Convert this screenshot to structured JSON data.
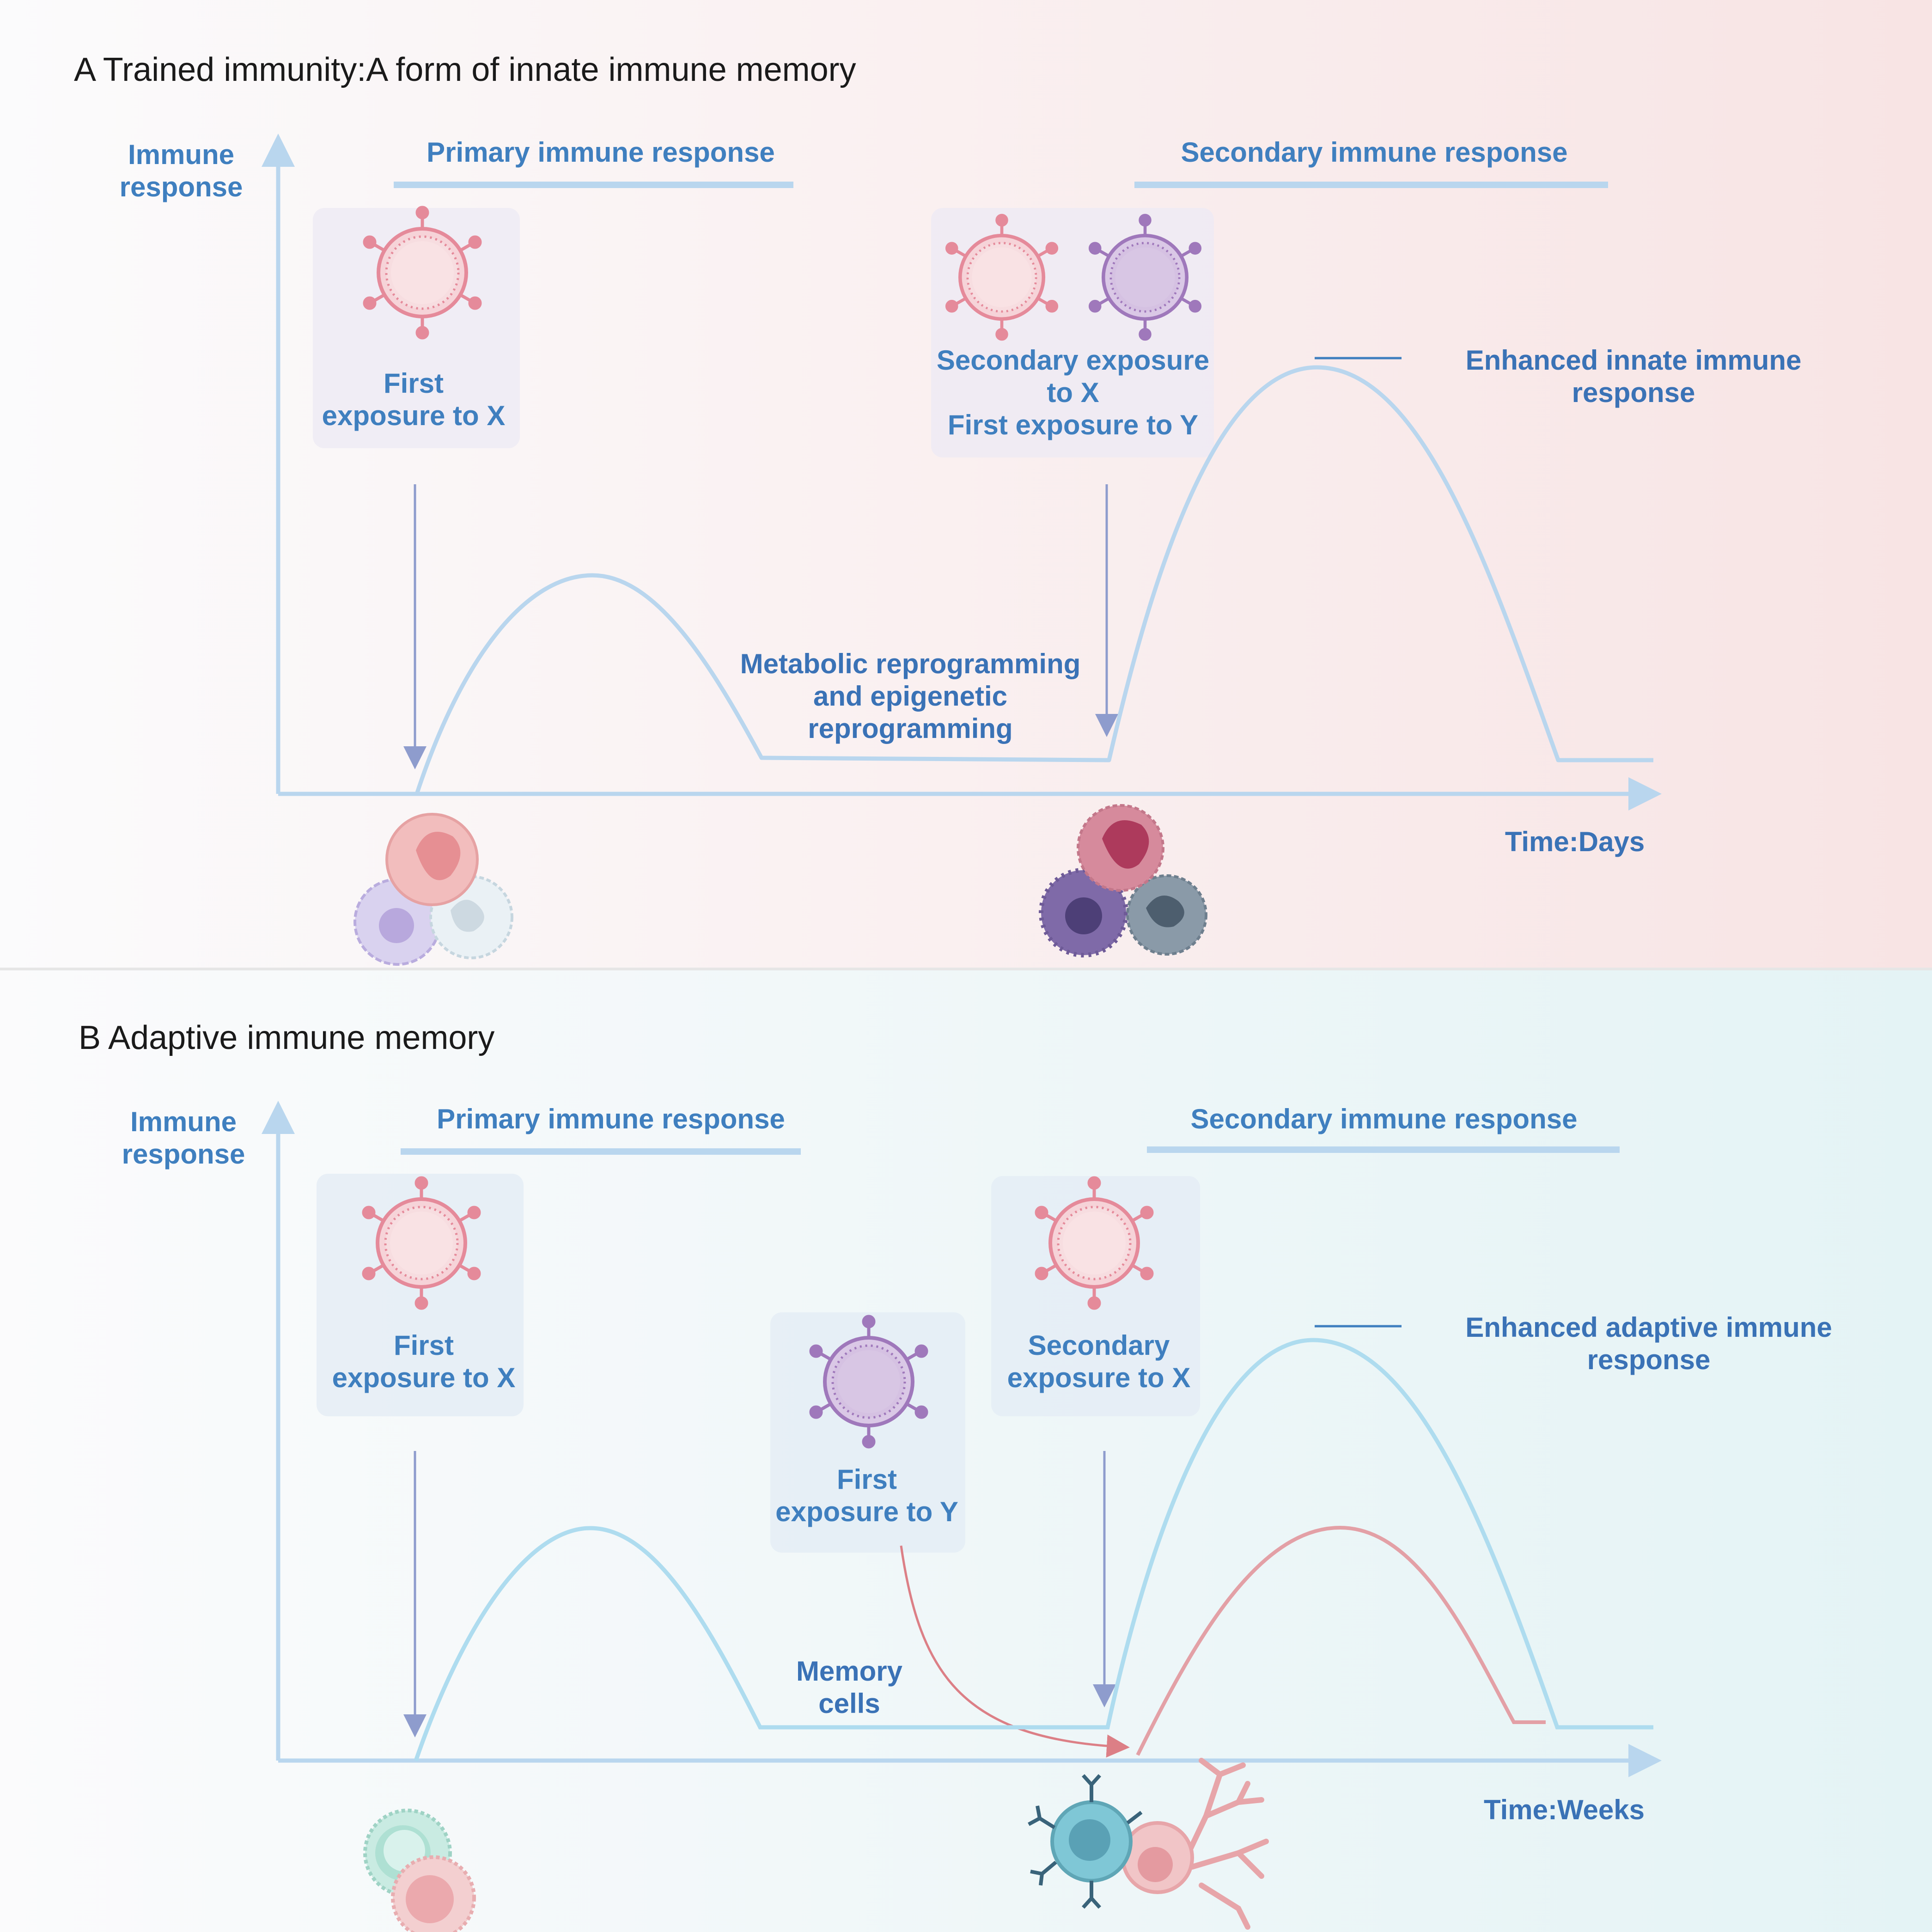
{
  "panel_a": {
    "title": "A  Trained immunity:A form of innate immune memory",
    "y_axis_label_line1": "Immune",
    "y_axis_label_line2": "response",
    "primary_label": "Primary immune response",
    "secondary_label": "Secondary immune response",
    "first_exposure_line1": "First",
    "first_exposure_line2": "exposure to X",
    "secondary_exposure_line1": "Secondary exposure",
    "secondary_exposure_line2": "to X",
    "secondary_exposure_line3": "First exposure to Y",
    "enhanced_line1": "Enhanced innate immune",
    "enhanced_line2": "response",
    "metabolic_line1": "Metabolic reprogramming",
    "metabolic_line2": "and epigenetic",
    "metabolic_line3": "reprogramming",
    "x_axis_label": "Time:Days"
  },
  "panel_b": {
    "title": "B  Adaptive immune memory",
    "y_axis_label_line1": "Immune",
    "y_axis_label_line2": "response",
    "primary_label": "Primary immune response",
    "secondary_label": "Secondary immune response",
    "first_exposure_x_line1": "First",
    "first_exposure_x_line2": "exposure to X",
    "first_exposure_y_line1": "First",
    "first_exposure_y_line2": "exposure to Y",
    "secondary_exposure_line1": "Secondary",
    "secondary_exposure_line2": "exposure to X",
    "enhanced_line1": "Enhanced adaptive immune",
    "enhanced_line2": "response",
    "memory_line1": "Memory",
    "memory_line2": "cells",
    "x_axis_label": "Time:Weeks"
  },
  "colors": {
    "label_blue": "#3f7fbf",
    "curve_blue": "#b9d6ee",
    "pathogen_x": "#e58a9a",
    "pathogen_y": "#9f78bb",
    "panel_a_bg_end": "#f8e3e4",
    "panel_b_bg_end": "#e4f4f6"
  },
  "icons": [
    "virus-x-icon",
    "virus-y-icon",
    "innate-cells-icon",
    "trained-innate-cells-icon",
    "memory-cells-icon",
    "b-cell-dendritic-cell-icon"
  ]
}
